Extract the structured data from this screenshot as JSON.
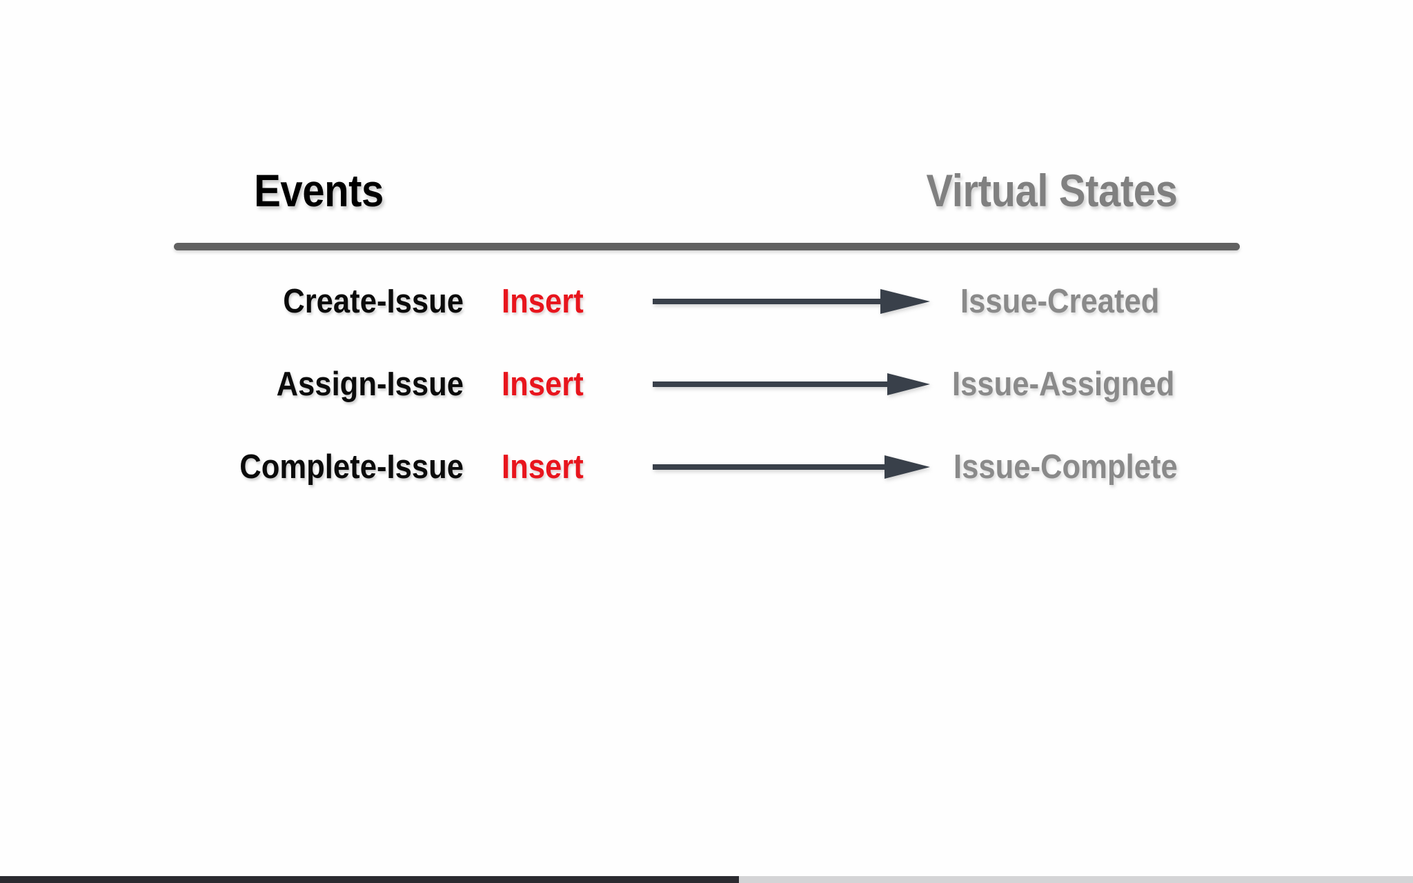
{
  "slide": {
    "background_color": "#fefefe",
    "headers": {
      "events": "Events",
      "virtual_states": "Virtual States"
    },
    "colors": {
      "event_text": "#0b0b0b",
      "operation_text": "#e8151d",
      "state_text": "#8a8a8a",
      "header_events": "#000000",
      "header_states": "#808080",
      "divider": "#616161",
      "arrow": "#39404a",
      "progress_fill": "#2b2b30",
      "progress_track": "#d4d4d6"
    },
    "rows": [
      {
        "event": "Create-Issue",
        "operation": "Insert",
        "arrow": "right-arrow-icon",
        "state": "Issue-Created"
      },
      {
        "event": "Assign-Issue",
        "operation": "Insert",
        "arrow": "right-arrow-icon",
        "state": "Issue-Assigned"
      },
      {
        "event": "Complete-Issue",
        "operation": "Insert",
        "arrow": "right-arrow-icon",
        "state": "Issue-Complete"
      }
    ],
    "progress": {
      "percent": 52.3
    }
  }
}
